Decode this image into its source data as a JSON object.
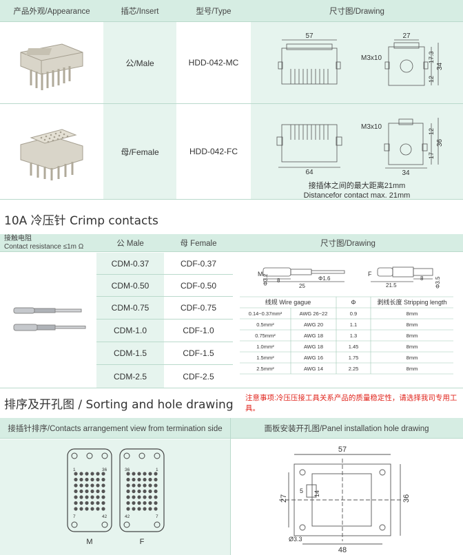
{
  "connector_table": {
    "headers": {
      "appearance": "产品外观/Appearance",
      "insert": "插芯/Insert",
      "type": "型号/Type",
      "drawing": "尺寸图/Drawing"
    },
    "rows": [
      {
        "insert": "公/Male",
        "type": "HDD-042-MC",
        "dims": {
          "width": "57",
          "depth": "27",
          "h1": "17.3",
          "h2": "34",
          "h3": "12",
          "screw": "M3x10"
        }
      },
      {
        "insert": "母/Female",
        "type": "HDD-042-FC",
        "dims": {
          "width": "64",
          "depth": "34",
          "h1": "12",
          "h2": "36",
          "h3": "17",
          "screw": "M3x10"
        }
      }
    ],
    "note_cn": "接插体之间的最大距离21mm",
    "note_en": "Distancefor contact max. 21mm"
  },
  "crimp_section": {
    "title": "10A 冷压针 Crimp contacts",
    "head_resistance_cn": "接触电阻",
    "head_resistance_en": "Contact resistance ≤1m Ω",
    "head_male": "公 Male",
    "head_female": "母 Female",
    "head_drawing": "尺寸图/Drawing",
    "pairs": [
      {
        "male": "CDM-0.37",
        "female": "CDF-0.37"
      },
      {
        "male": "CDM-0.50",
        "female": "CDF-0.50"
      },
      {
        "male": "CDM-0.75",
        "female": "CDF-0.75"
      },
      {
        "male": "CDM-1.0",
        "female": "CDF-1.0"
      },
      {
        "male": "CDM-1.5",
        "female": "CDF-1.5"
      },
      {
        "male": "CDM-2.5",
        "female": "CDF-2.5"
      }
    ],
    "drawing_m": {
      "label": "M",
      "d1": "Φ3.2",
      "d2": "Φ1.6",
      "l1": "8",
      "l2": "25"
    },
    "drawing_f": {
      "label": "F",
      "d1": "Φ3.5",
      "l1": "8",
      "l2": "21.5"
    },
    "wire_table": {
      "headers": [
        "线规 Wire gague",
        "Φ",
        "剥线长度 Stripping length"
      ],
      "rows": [
        {
          "mm2": "0.14~0.37mm²",
          "awg": "AWG 26~22",
          "phi": "0.9",
          "strip": "8mm"
        },
        {
          "mm2": "0.5mm²",
          "awg": "AWG 20",
          "phi": "1.1",
          "strip": "8mm"
        },
        {
          "mm2": "0.75mm²",
          "awg": "AWG 18",
          "phi": "1.3",
          "strip": "8mm"
        },
        {
          "mm2": "1.0mm²",
          "awg": "AWG 18",
          "phi": "1.45",
          "strip": "8mm"
        },
        {
          "mm2": "1.5mm²",
          "awg": "AWG 16",
          "phi": "1.75",
          "strip": "8mm"
        },
        {
          "mm2": "2.5mm²",
          "awg": "AWG 14",
          "phi": "2.25",
          "strip": "8mm"
        }
      ]
    }
  },
  "sorting_section": {
    "title": "排序及开孔图 / Sorting and hole drawing",
    "note": "注意事项:冷压压接工具关系产品的质量稳定性，请选择我司专用工具。",
    "left_header": "接插针排序/Contacts arrangement view from termination side",
    "right_header": "面板安装开孔图/Panel installation hole drawing",
    "male": {
      "label": "M",
      "tl": "1",
      "tr": "36",
      "bl": "7",
      "br": "42"
    },
    "female": {
      "label": "F",
      "tl": "36",
      "tr": "1",
      "bl": "42",
      "br": "7"
    },
    "hole": {
      "w_outer": "57",
      "w_inner": "48",
      "h_outer": "36",
      "h_inner": "27",
      "slot": "5",
      "slot2": "14",
      "hole_d": "Ø3.3"
    }
  }
}
